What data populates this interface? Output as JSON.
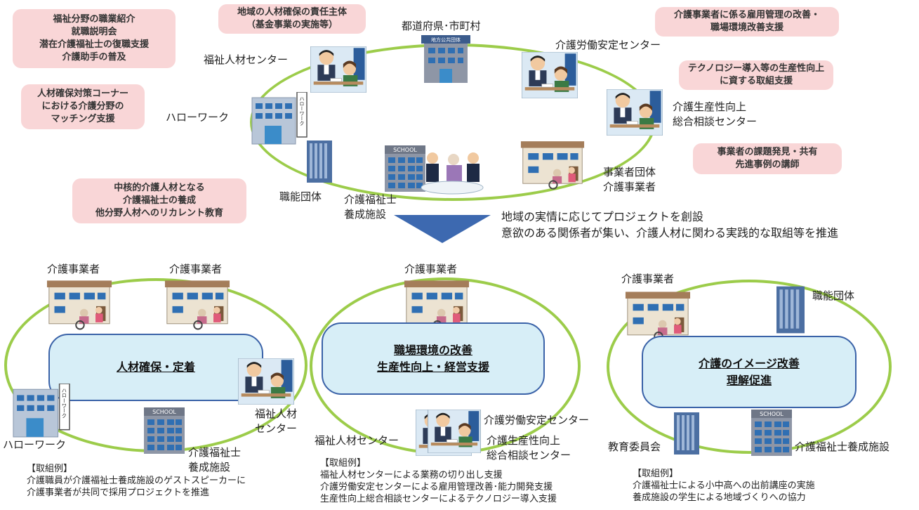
{
  "top": {
    "callouts": {
      "fukushi": [
        "福祉分野の職業紹介",
        "就職説明会",
        "潜在介護福祉士の復職支援",
        "介護助手の普及"
      ],
      "chiiki": [
        "地域の人材確保の責任主体",
        "（基金事業の実施等）"
      ],
      "koyou": [
        "介護事業者に係る雇用管理の改善・",
        "職場環境改善支援"
      ],
      "tech": [
        "テクノロジー導入等の生産性向上",
        "に資する取組支援"
      ],
      "hello": [
        "人材確保対策コーナー",
        "における介護分野の",
        "マッチング支援"
      ],
      "jigyosha": [
        "事業者の課題発見・共有",
        "先進事例の講師"
      ],
      "chukaku": [
        "中核的介護人材となる",
        "介護福祉士の養成",
        "他分野人材へのリカレント教育"
      ]
    },
    "labels": {
      "todofuken": "都道府県･市町村",
      "fukushi_center": "福祉人材センター",
      "rodo_center": "介護労働安定センター",
      "seisansei_1": "介護生産性向上",
      "seisansei_2": "総合相談センター",
      "hellowork": "ハローワーク",
      "dantai_1": "事業者団体",
      "dantai_2": "介護事業者",
      "shokuno": "職能団体",
      "yosei_1": "介護福祉士",
      "yosei_2": "養成施設"
    },
    "sign_text": "地方公共団体",
    "school_text": "SCHOOL",
    "hw_sign": "ハローワーク",
    "headline": [
      "地域の実情に応じてプロジェクトを創設",
      "意欲のある関係者が集い、介護人材に関わる実践的な取組等を推進"
    ]
  },
  "panels": [
    {
      "title": [
        "人材確保・定着"
      ],
      "labels": {
        "jigyosha_a": "介護事業者",
        "jigyosha_b": "介護事業者",
        "center_1": "福祉人材",
        "center_2": "センター",
        "hellowork": "ハローワーク",
        "yosei_1": "介護福祉士",
        "yosei_2": "養成施設"
      },
      "example_heading": "【取組例】",
      "examples": [
        "介護職員が介護福祉士養成施設のゲストスピーカーに",
        "介護事業者が共同で採用プロジェクトを推進"
      ]
    },
    {
      "title": [
        "職場環境の改善",
        "生産性向上・経営支援"
      ],
      "labels": {
        "jigyosha": "介護事業者",
        "fukushi_center": "福祉人材センター",
        "rodo_center": "介護労働安定センター",
        "seisansei_1": "介護生産性向上",
        "seisansei_2": "総合相談センター"
      },
      "example_heading": "【取組例】",
      "examples": [
        "福祉人材センターによる業務の切り出し支援",
        "介護労働安定センターによる雇用管理改善･能力開発支援",
        "生産性向上総合相談センターによるテクノロジー導入支援"
      ]
    },
    {
      "title": [
        "介護のイメージ改善",
        "理解促進"
      ],
      "labels": {
        "jigyosha": "介護事業者",
        "shokuno": "職能団体",
        "kyoiku": "教育委員会",
        "yosei": "介護福祉士養成施設"
      },
      "example_heading": "【取組例】",
      "examples": [
        "介護福祉士による小中高への出前講座の実施",
        "養成施設の学生による地域づくりへの協力"
      ]
    }
  ],
  "colors": {
    "ring": "#9ccc4a",
    "callout": "#f9d6d7",
    "box_fill": "#d7eef7",
    "box_border": "#3a62a8",
    "arrow": "#3d69b0"
  }
}
